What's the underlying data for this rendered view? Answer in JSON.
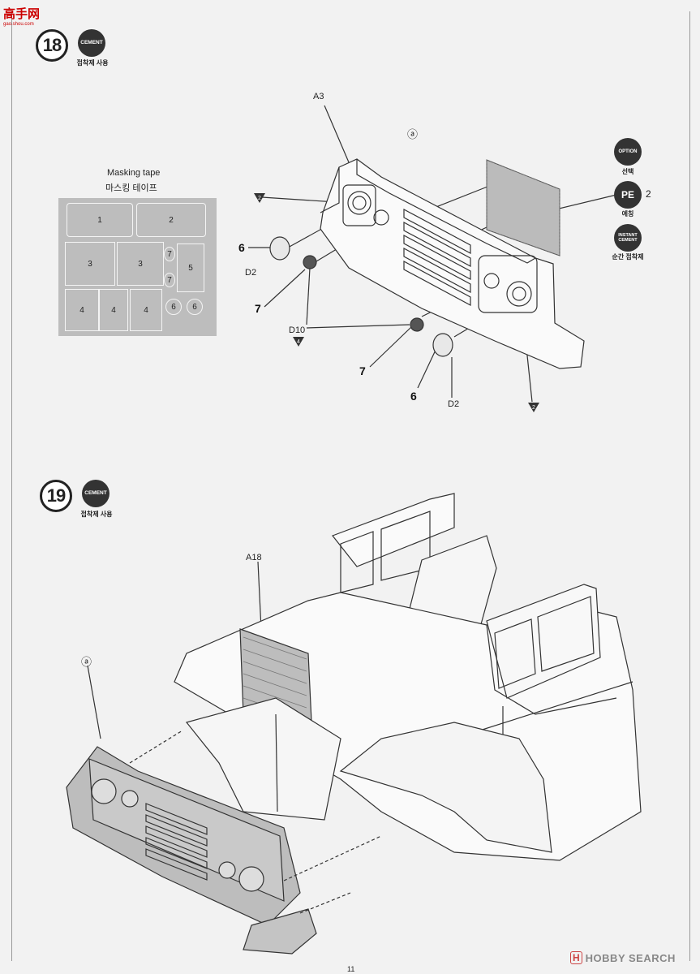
{
  "watermark_top": {
    "title": "高手网",
    "url": "gao.shou.com"
  },
  "watermark_bottom": {
    "logo_mark": "H",
    "text": "HOBBY SEARCH"
  },
  "page_number": "11",
  "step18": {
    "number": "18",
    "badge": "CEMENT",
    "badge_caption": "접착제 사용",
    "labels": {
      "a3": "A3",
      "ref_a": "ⓐ",
      "d2_left": "D2",
      "d2_right": "D2",
      "d10": "D10",
      "six_left": "6",
      "six_right": "6",
      "seven_left": "7",
      "seven_right": "7",
      "pe_qty": "2"
    },
    "markers": {
      "m2": "2",
      "m4": "4"
    },
    "masking": {
      "title": "Masking tape",
      "subtitle": "마스킹 테이프",
      "pieces": [
        {
          "label": "1",
          "round": false
        },
        {
          "label": "2",
          "round": false
        },
        {
          "label": "3",
          "round": false
        },
        {
          "label": "3",
          "round": false
        },
        {
          "label": "7",
          "round": false
        },
        {
          "label": "7",
          "round": false
        },
        {
          "label": "5",
          "round": false
        },
        {
          "label": "4",
          "round": false
        },
        {
          "label": "4",
          "round": false
        },
        {
          "label": "4",
          "round": false
        },
        {
          "label": "6",
          "round": true
        },
        {
          "label": "6",
          "round": true
        }
      ]
    },
    "legend": [
      {
        "badge": "OPTION",
        "caption": "선택"
      },
      {
        "badge": "PE",
        "caption": "에칭"
      },
      {
        "badge": "INSTANT CEMENT",
        "caption": "순간 접착제"
      }
    ]
  },
  "step19": {
    "number": "19",
    "badge": "CEMENT",
    "badge_caption": "접착제 사용",
    "labels": {
      "a18": "A18",
      "ref_a": "ⓐ"
    }
  },
  "colors": {
    "paper": "#f2f2f2",
    "line": "#333333",
    "part_grey": "#bdbdbd",
    "watermark_red": "#cc0000"
  }
}
